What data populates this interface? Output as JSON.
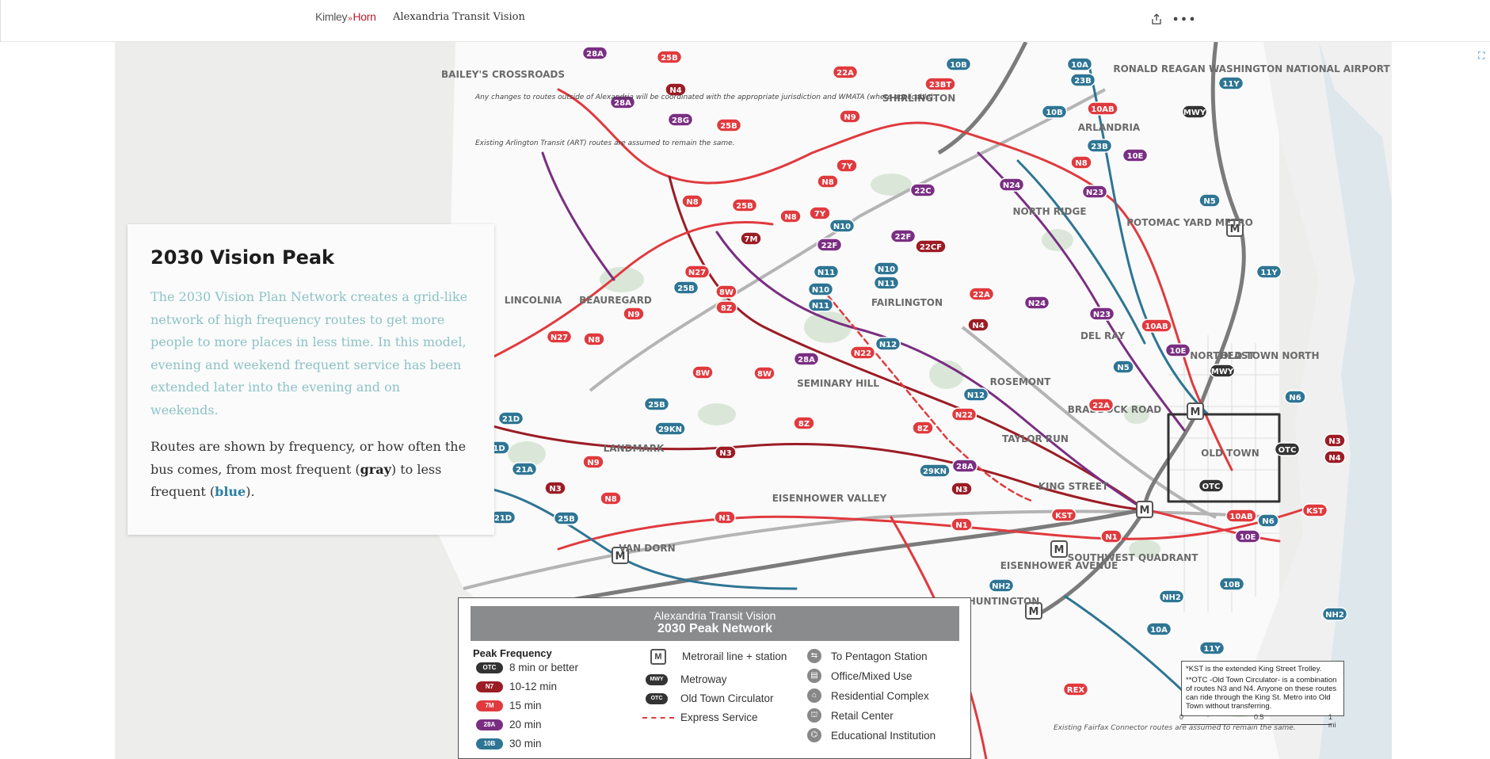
{
  "header": {
    "logo_kimley": "Kimley",
    "logo_sep": "»",
    "logo_horn": "Horn",
    "title": "Alexandria Transit Vision",
    "share_icon": "share-icon",
    "more_icon": "more-icon"
  },
  "card": {
    "title": "2030 Vision Peak",
    "para1": "The 2030 Vision Plan Network creates a grid-like network of high frequency routes to get more people to more places in less time. In this model, evening and weekend frequent service has been extended later into the evening and on weekends.",
    "para2_a": "Routes are shown by frequency, or how often the bus comes, from most frequent (",
    "para2_gray": "gray",
    "para2_b": ") to less frequent (",
    "para2_blue": "blue",
    "para2_c": ")."
  },
  "map": {
    "places": [
      {
        "id": "baileys",
        "label": "BAILEY'S CROSSROADS"
      },
      {
        "id": "shirlington",
        "label": "SHIRLINGTON"
      },
      {
        "id": "arlandria",
        "label": "ARLANDRIA"
      },
      {
        "id": "airport",
        "label": "RONALD REAGAN WASHINGTON NATIONAL AIRPORT"
      },
      {
        "id": "northridge",
        "label": "NORTH RIDGE"
      },
      {
        "id": "lincolnia",
        "label": "LINCOLNIA"
      },
      {
        "id": "beauregard",
        "label": "BEAUREGARD"
      },
      {
        "id": "fairlington",
        "label": "FAIRLINGTON"
      },
      {
        "id": "delray",
        "label": "DEL RAY"
      },
      {
        "id": "northeast",
        "label": "NORTHEAST"
      },
      {
        "id": "oldtownnorth",
        "label": "OLD TOWN NORTH"
      },
      {
        "id": "rosemont",
        "label": "ROSEMONT"
      },
      {
        "id": "seminaryhill",
        "label": "SEMINARY HILL"
      },
      {
        "id": "landmark",
        "label": "LANDMARK"
      },
      {
        "id": "taylorrun",
        "label": "TAYLOR RUN"
      },
      {
        "id": "oldtown",
        "label": "OLD TOWN"
      },
      {
        "id": "eisenhowervalley",
        "label": "EISENHOWER VALLEY"
      },
      {
        "id": "swquadrant",
        "label": "SOUTHWEST QUADRANT"
      },
      {
        "id": "vandorn",
        "label": "VAN DORN"
      },
      {
        "id": "kingstreet",
        "label": "KING STREET"
      },
      {
        "id": "eisenhoweravenue",
        "label": "EISENHOWER AVENUE"
      },
      {
        "id": "huntington",
        "label": "HUNTINGTON"
      },
      {
        "id": "braddock",
        "label": "BRADDOCK ROAD"
      },
      {
        "id": "potomacyard",
        "label": "POTOMAC YARD METRO"
      }
    ],
    "note_top": "Any changes to routes outside of Alexandria will be coordinated with the appropriate jurisdiction and WMATA (where applicable).",
    "note_top2": "Existing Arlington Transit (ART) routes are assumed to remain the same.",
    "note_bottom": "Existing Fairfax Connector routes are assumed to remain the same.",
    "routes": [
      {
        "id": "r28a_1",
        "label": "28A",
        "color": "#7a2e82"
      },
      {
        "id": "r25b_1",
        "label": "25B",
        "color": "#e03a3e"
      },
      {
        "id": "r28a_2",
        "label": "28A",
        "color": "#7a2e82"
      },
      {
        "id": "r28g",
        "label": "28G",
        "color": "#7a2e82"
      },
      {
        "id": "rn4_1",
        "label": "N4",
        "color": "#9c1c25"
      },
      {
        "id": "r25b_2",
        "label": "25B",
        "color": "#e03a3e"
      },
      {
        "id": "r22a_1",
        "label": "22A",
        "color": "#e03a3e"
      },
      {
        "id": "rn9_1",
        "label": "N9",
        "color": "#e03a3e"
      },
      {
        "id": "r10b_1",
        "label": "10B",
        "color": "#2e7594"
      },
      {
        "id": "r23bt",
        "label": "23BT",
        "color": "#e03a3e"
      },
      {
        "id": "r10a_1",
        "label": "10A",
        "color": "#2e7594"
      },
      {
        "id": "r23b_1",
        "label": "23B",
        "color": "#2e7594"
      },
      {
        "id": "r10b_2",
        "label": "10B",
        "color": "#2e7594"
      },
      {
        "id": "r10ab_1",
        "label": "10AB",
        "color": "#e03a3e"
      },
      {
        "id": "r23b_2",
        "label": "23B",
        "color": "#2e7594"
      },
      {
        "id": "r10e_1",
        "label": "10E",
        "color": "#7a2e82"
      },
      {
        "id": "r11y_1",
        "label": "11Y",
        "color": "#2e7594"
      },
      {
        "id": "rmwy_1",
        "label": "MWY",
        "color": "#333333"
      },
      {
        "id": "r7y_1",
        "label": "7Y",
        "color": "#e03a3e"
      },
      {
        "id": "rn8_1",
        "label": "N8",
        "color": "#e03a3e"
      },
      {
        "id": "rn8_2",
        "label": "N8",
        "color": "#e03a3e"
      },
      {
        "id": "r22c",
        "label": "22C",
        "color": "#7a2e82"
      },
      {
        "id": "rn24_1",
        "label": "N24",
        "color": "#7a2e82"
      },
      {
        "id": "rn23_1",
        "label": "N23",
        "color": "#7a2e82"
      },
      {
        "id": "rn5_1",
        "label": "N5",
        "color": "#2e7594"
      },
      {
        "id": "rn8_3",
        "label": "N8",
        "color": "#e03a3e"
      },
      {
        "id": "r25b_3",
        "label": "25B",
        "color": "#e03a3e"
      },
      {
        "id": "rn8_4",
        "label": "N8",
        "color": "#e03a3e"
      },
      {
        "id": "r7y_2",
        "label": "7Y",
        "color": "#e03a3e"
      },
      {
        "id": "rn10_1",
        "label": "N10",
        "color": "#2e7594"
      },
      {
        "id": "r22f_1",
        "label": "22F",
        "color": "#7a2e82"
      },
      {
        "id": "r22cf",
        "label": "22CF",
        "color": "#9c1c25"
      },
      {
        "id": "r7m",
        "label": "7M",
        "color": "#9c1c25"
      },
      {
        "id": "r22f_2",
        "label": "22F",
        "color": "#7a2e82"
      },
      {
        "id": "rn27_1",
        "label": "N27",
        "color": "#e03a3e"
      },
      {
        "id": "rn11_1",
        "label": "N11",
        "color": "#2e7594"
      },
      {
        "id": "rn10_2",
        "label": "N10",
        "color": "#2e7594"
      },
      {
        "id": "rn11_2",
        "label": "N11",
        "color": "#2e7594"
      },
      {
        "id": "r25b_4",
        "label": "25B",
        "color": "#2e7594"
      },
      {
        "id": "r8w_1",
        "label": "8W",
        "color": "#e03a3e"
      },
      {
        "id": "r8z_1",
        "label": "8Z",
        "color": "#e03a3e"
      },
      {
        "id": "rn10_3",
        "label": "N10",
        "color": "#2e7594"
      },
      {
        "id": "rn11_3",
        "label": "N11",
        "color": "#2e7594"
      },
      {
        "id": "r11y_2",
        "label": "11Y",
        "color": "#2e7594"
      },
      {
        "id": "rn9_2",
        "label": "N9",
        "color": "#e03a3e"
      },
      {
        "id": "r22a_2",
        "label": "22A",
        "color": "#e03a3e"
      },
      {
        "id": "rn24_2",
        "label": "N24",
        "color": "#7a2e82"
      },
      {
        "id": "rn4_2",
        "label": "N4",
        "color": "#9c1c25"
      },
      {
        "id": "rn23_2",
        "label": "N23",
        "color": "#7a2e82"
      },
      {
        "id": "r10ab_2",
        "label": "10AB",
        "color": "#e03a3e"
      },
      {
        "id": "rn27_2",
        "label": "N27",
        "color": "#e03a3e"
      },
      {
        "id": "rn8_5",
        "label": "N8",
        "color": "#e03a3e"
      },
      {
        "id": "rn12_1",
        "label": "N12",
        "color": "#2e7594"
      },
      {
        "id": "rn22_1",
        "label": "N22",
        "color": "#e03a3e"
      },
      {
        "id": "r28a_3",
        "label": "28A",
        "color": "#7a2e82"
      },
      {
        "id": "rn5_2",
        "label": "N5",
        "color": "#2e7594"
      },
      {
        "id": "r10e_2",
        "label": "10E",
        "color": "#7a2e82"
      },
      {
        "id": "rmwy_2",
        "label": "MWY",
        "color": "#333333"
      },
      {
        "id": "rn6_1",
        "label": "N6",
        "color": "#2e7594"
      },
      {
        "id": "r8w_2",
        "label": "8W",
        "color": "#e03a3e"
      },
      {
        "id": "r8w_3",
        "label": "8W",
        "color": "#e03a3e"
      },
      {
        "id": "rn12_2",
        "label": "N12",
        "color": "#2e7594"
      },
      {
        "id": "r22a_3",
        "label": "22A",
        "color": "#e03a3e"
      },
      {
        "id": "r21d_1",
        "label": "21D",
        "color": "#2e7594"
      },
      {
        "id": "r25b_5",
        "label": "25B",
        "color": "#2e7594"
      },
      {
        "id": "rn22_2",
        "label": "N22",
        "color": "#e03a3e"
      },
      {
        "id": "r29kn_1",
        "label": "29KN",
        "color": "#2e7594"
      },
      {
        "id": "r8z_2",
        "label": "8Z",
        "color": "#e03a3e"
      },
      {
        "id": "r8z_3",
        "label": "8Z",
        "color": "#e03a3e"
      },
      {
        "id": "rn3_1",
        "label": "N3",
        "color": "#9c1c25"
      },
      {
        "id": "rn9_3",
        "label": "N9",
        "color": "#e03a3e"
      },
      {
        "id": "r21a",
        "label": "21A",
        "color": "#2e7594"
      },
      {
        "id": "rn3_2",
        "label": "N3",
        "color": "#9c1c25"
      },
      {
        "id": "r29kn_2",
        "label": "29KN",
        "color": "#2e7594"
      },
      {
        "id": "r28a_4",
        "label": "28A",
        "color": "#7a2e82"
      },
      {
        "id": "rotc_1",
        "label": "OTC",
        "color": "#333333"
      },
      {
        "id": "rn3_3",
        "label": "N3",
        "color": "#9c1c25"
      },
      {
        "id": "rn4_3",
        "label": "N4",
        "color": "#9c1c25"
      },
      {
        "id": "rn8_6",
        "label": "N8",
        "color": "#e03a3e"
      },
      {
        "id": "rn3_4",
        "label": "N3",
        "color": "#9c1c25"
      },
      {
        "id": "rotc_2",
        "label": "OTC",
        "color": "#333333"
      },
      {
        "id": "r21d_2",
        "label": "21D",
        "color": "#2e7594"
      },
      {
        "id": "r25b_6",
        "label": "25B",
        "color": "#2e7594"
      },
      {
        "id": "rn1_1",
        "label": "N1",
        "color": "#e03a3e"
      },
      {
        "id": "rkst_1",
        "label": "KST",
        "color": "#e03a3e"
      },
      {
        "id": "rn1_2",
        "label": "N1",
        "color": "#e03a3e"
      },
      {
        "id": "rn1_3",
        "label": "N1",
        "color": "#e03a3e"
      },
      {
        "id": "r10ab_3",
        "label": "10AB",
        "color": "#e03a3e"
      },
      {
        "id": "rn6_2",
        "label": "N6",
        "color": "#2e7594"
      },
      {
        "id": "rkst_2",
        "label": "KST",
        "color": "#e03a3e"
      },
      {
        "id": "r10e_3",
        "label": "10E",
        "color": "#7a2e82"
      },
      {
        "id": "r21d_3",
        "label": "1D",
        "color": "#2e7594"
      },
      {
        "id": "rnh2_1",
        "label": "NH2",
        "color": "#2e7594"
      },
      {
        "id": "rnh2_2",
        "label": "NH2",
        "color": "#2e7594"
      },
      {
        "id": "r10b_3",
        "label": "10B",
        "color": "#2e7594"
      },
      {
        "id": "rnh2_3",
        "label": "NH2",
        "color": "#2e7594"
      },
      {
        "id": "r10a_2",
        "label": "10A",
        "color": "#2e7594"
      },
      {
        "id": "r11y_3",
        "label": "11Y",
        "color": "#2e7594"
      },
      {
        "id": "rrex",
        "label": "REX",
        "color": "#e03a3e"
      }
    ]
  },
  "legend": {
    "head1": "Alexandria Transit Vision",
    "head2": "2030 Peak Network",
    "freq_title": "Peak Frequency",
    "freq": [
      {
        "pill": "OTC",
        "label": "8 min or better",
        "color": "#333333"
      },
      {
        "pill": "N7",
        "label": "10-12 min",
        "color": "#9c1c25"
      },
      {
        "pill": "7M",
        "label": "15 min",
        "color": "#e03a3e"
      },
      {
        "pill": "28A",
        "label": "20 min",
        "color": "#7a2e82"
      },
      {
        "pill": "10B",
        "label": "30 min",
        "color": "#2e7594"
      }
    ],
    "mid": [
      {
        "sym": "M",
        "label": "Metrorail line + station"
      },
      {
        "sym": "MWY",
        "label": "Metroway"
      },
      {
        "sym": "OTC",
        "label": "Old Town Circulator"
      },
      {
        "sym": "",
        "label": "Express Service"
      }
    ],
    "right": [
      {
        "icon": "pentagon-station-icon",
        "label": "To Pentagon Station"
      },
      {
        "icon": "office-icon",
        "label": "Office/Mixed Use"
      },
      {
        "icon": "residential-icon",
        "label": "Residential Complex"
      },
      {
        "icon": "retail-icon",
        "label": "Retail Center"
      },
      {
        "icon": "education-icon",
        "label": "Educational Institution"
      }
    ]
  },
  "notes": {
    "kst": "*KST is the extended King Street Trolley.",
    "otc": "**OTC -Old Town Circulator- is a combination of routes N3 and N4. Anyone on these routes can ride through the King St. Metro into Old Town without transferring.",
    "scale0": "0",
    "scale1": "0.5",
    "scale2": "1 mi"
  }
}
